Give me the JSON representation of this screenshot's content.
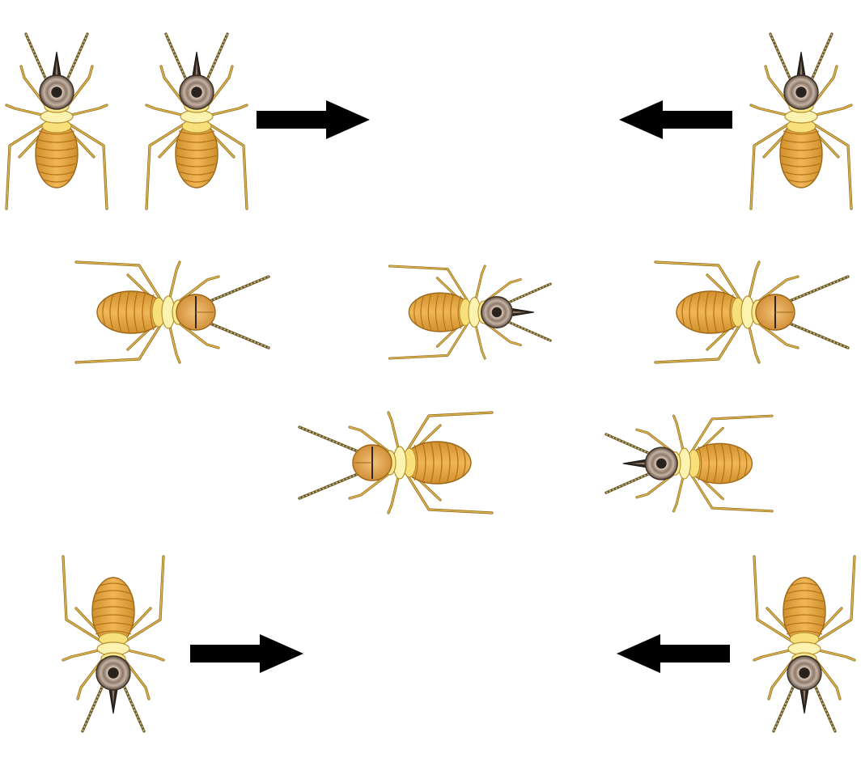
{
  "colors": {
    "background": "#ffffff",
    "arrow": "#000000",
    "abdomen": "#e8a93c",
    "abdomen_stripe": "#b97a1c",
    "thorax": "#fbef9c",
    "thorax_outline": "#c9a53a",
    "leg": "#d6a843",
    "leg_outline": "#8a6a1e",
    "head_dark": "#4a3c33",
    "head_mid": "#8f7a6a",
    "head_light": "#d7c6b6",
    "soldier_head": "#e3a34a",
    "nasus": "#2f2620"
  },
  "insects": [
    {
      "id": "insect-1",
      "kind": "nasute",
      "icon": "nasute-termite-icon"
    },
    {
      "id": "insect-2",
      "kind": "nasute",
      "icon": "nasute-termite-icon"
    },
    {
      "id": "insect-3",
      "kind": "nasute",
      "icon": "nasute-termite-icon"
    },
    {
      "id": "insect-4",
      "kind": "plain",
      "icon": "termite-icon"
    },
    {
      "id": "insect-5",
      "kind": "nasute",
      "icon": "nasute-termite-icon"
    },
    {
      "id": "insect-6",
      "kind": "plain",
      "icon": "termite-icon"
    },
    {
      "id": "insect-7",
      "kind": "plain",
      "icon": "termite-icon"
    },
    {
      "id": "insect-8",
      "kind": "nasute",
      "icon": "nasute-termite-icon"
    },
    {
      "id": "insect-9",
      "kind": "nasute",
      "icon": "nasute-termite-icon"
    },
    {
      "id": "insect-10",
      "kind": "nasute",
      "icon": "nasute-termite-icon"
    }
  ],
  "arrows": [
    {
      "id": "arrow-1",
      "direction": "right",
      "icon": "arrow-right-icon"
    },
    {
      "id": "arrow-2",
      "direction": "left",
      "icon": "arrow-left-icon"
    },
    {
      "id": "arrow-3",
      "direction": "right",
      "icon": "arrow-right-icon"
    },
    {
      "id": "arrow-4",
      "direction": "left",
      "icon": "arrow-left-icon"
    }
  ]
}
